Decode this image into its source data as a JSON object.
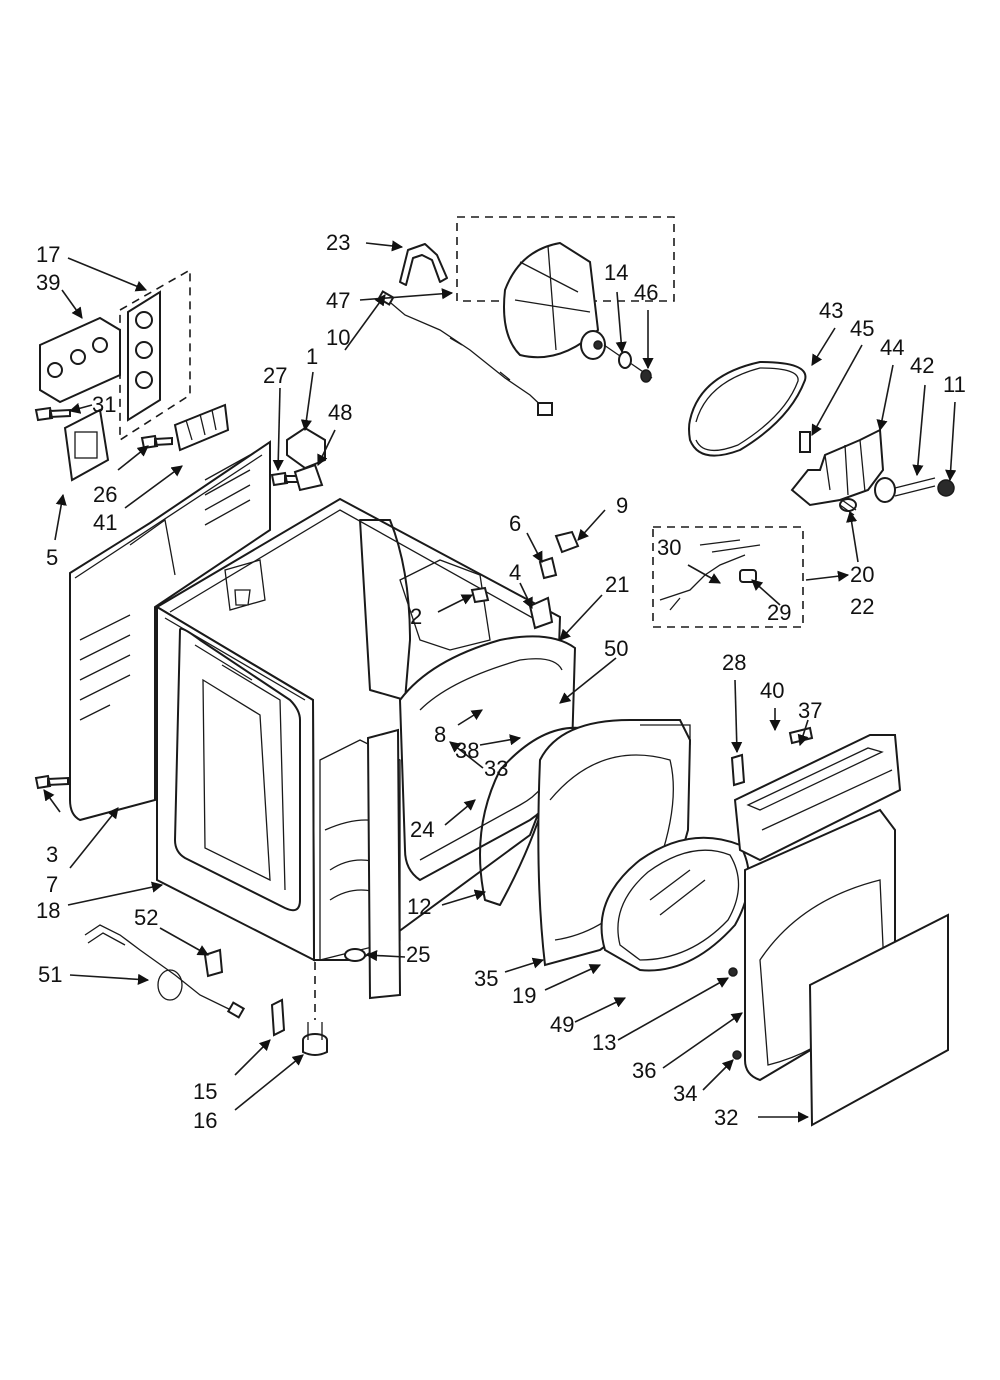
{
  "diagram": {
    "labels": [
      "1",
      "2",
      "3",
      "4",
      "5",
      "6",
      "7",
      "8",
      "9",
      "10",
      "11",
      "12",
      "13",
      "14",
      "15",
      "16",
      "17",
      "18",
      "19",
      "20",
      "21",
      "22",
      "23",
      "24",
      "25",
      "26",
      "27",
      "28",
      "29",
      "30",
      "31",
      "32",
      "33",
      "34",
      "35",
      "36",
      "37",
      "38",
      "39",
      "40",
      "41",
      "42",
      "43",
      "44",
      "45",
      "46",
      "47",
      "48",
      "49",
      "50",
      "51",
      "52"
    ]
  }
}
